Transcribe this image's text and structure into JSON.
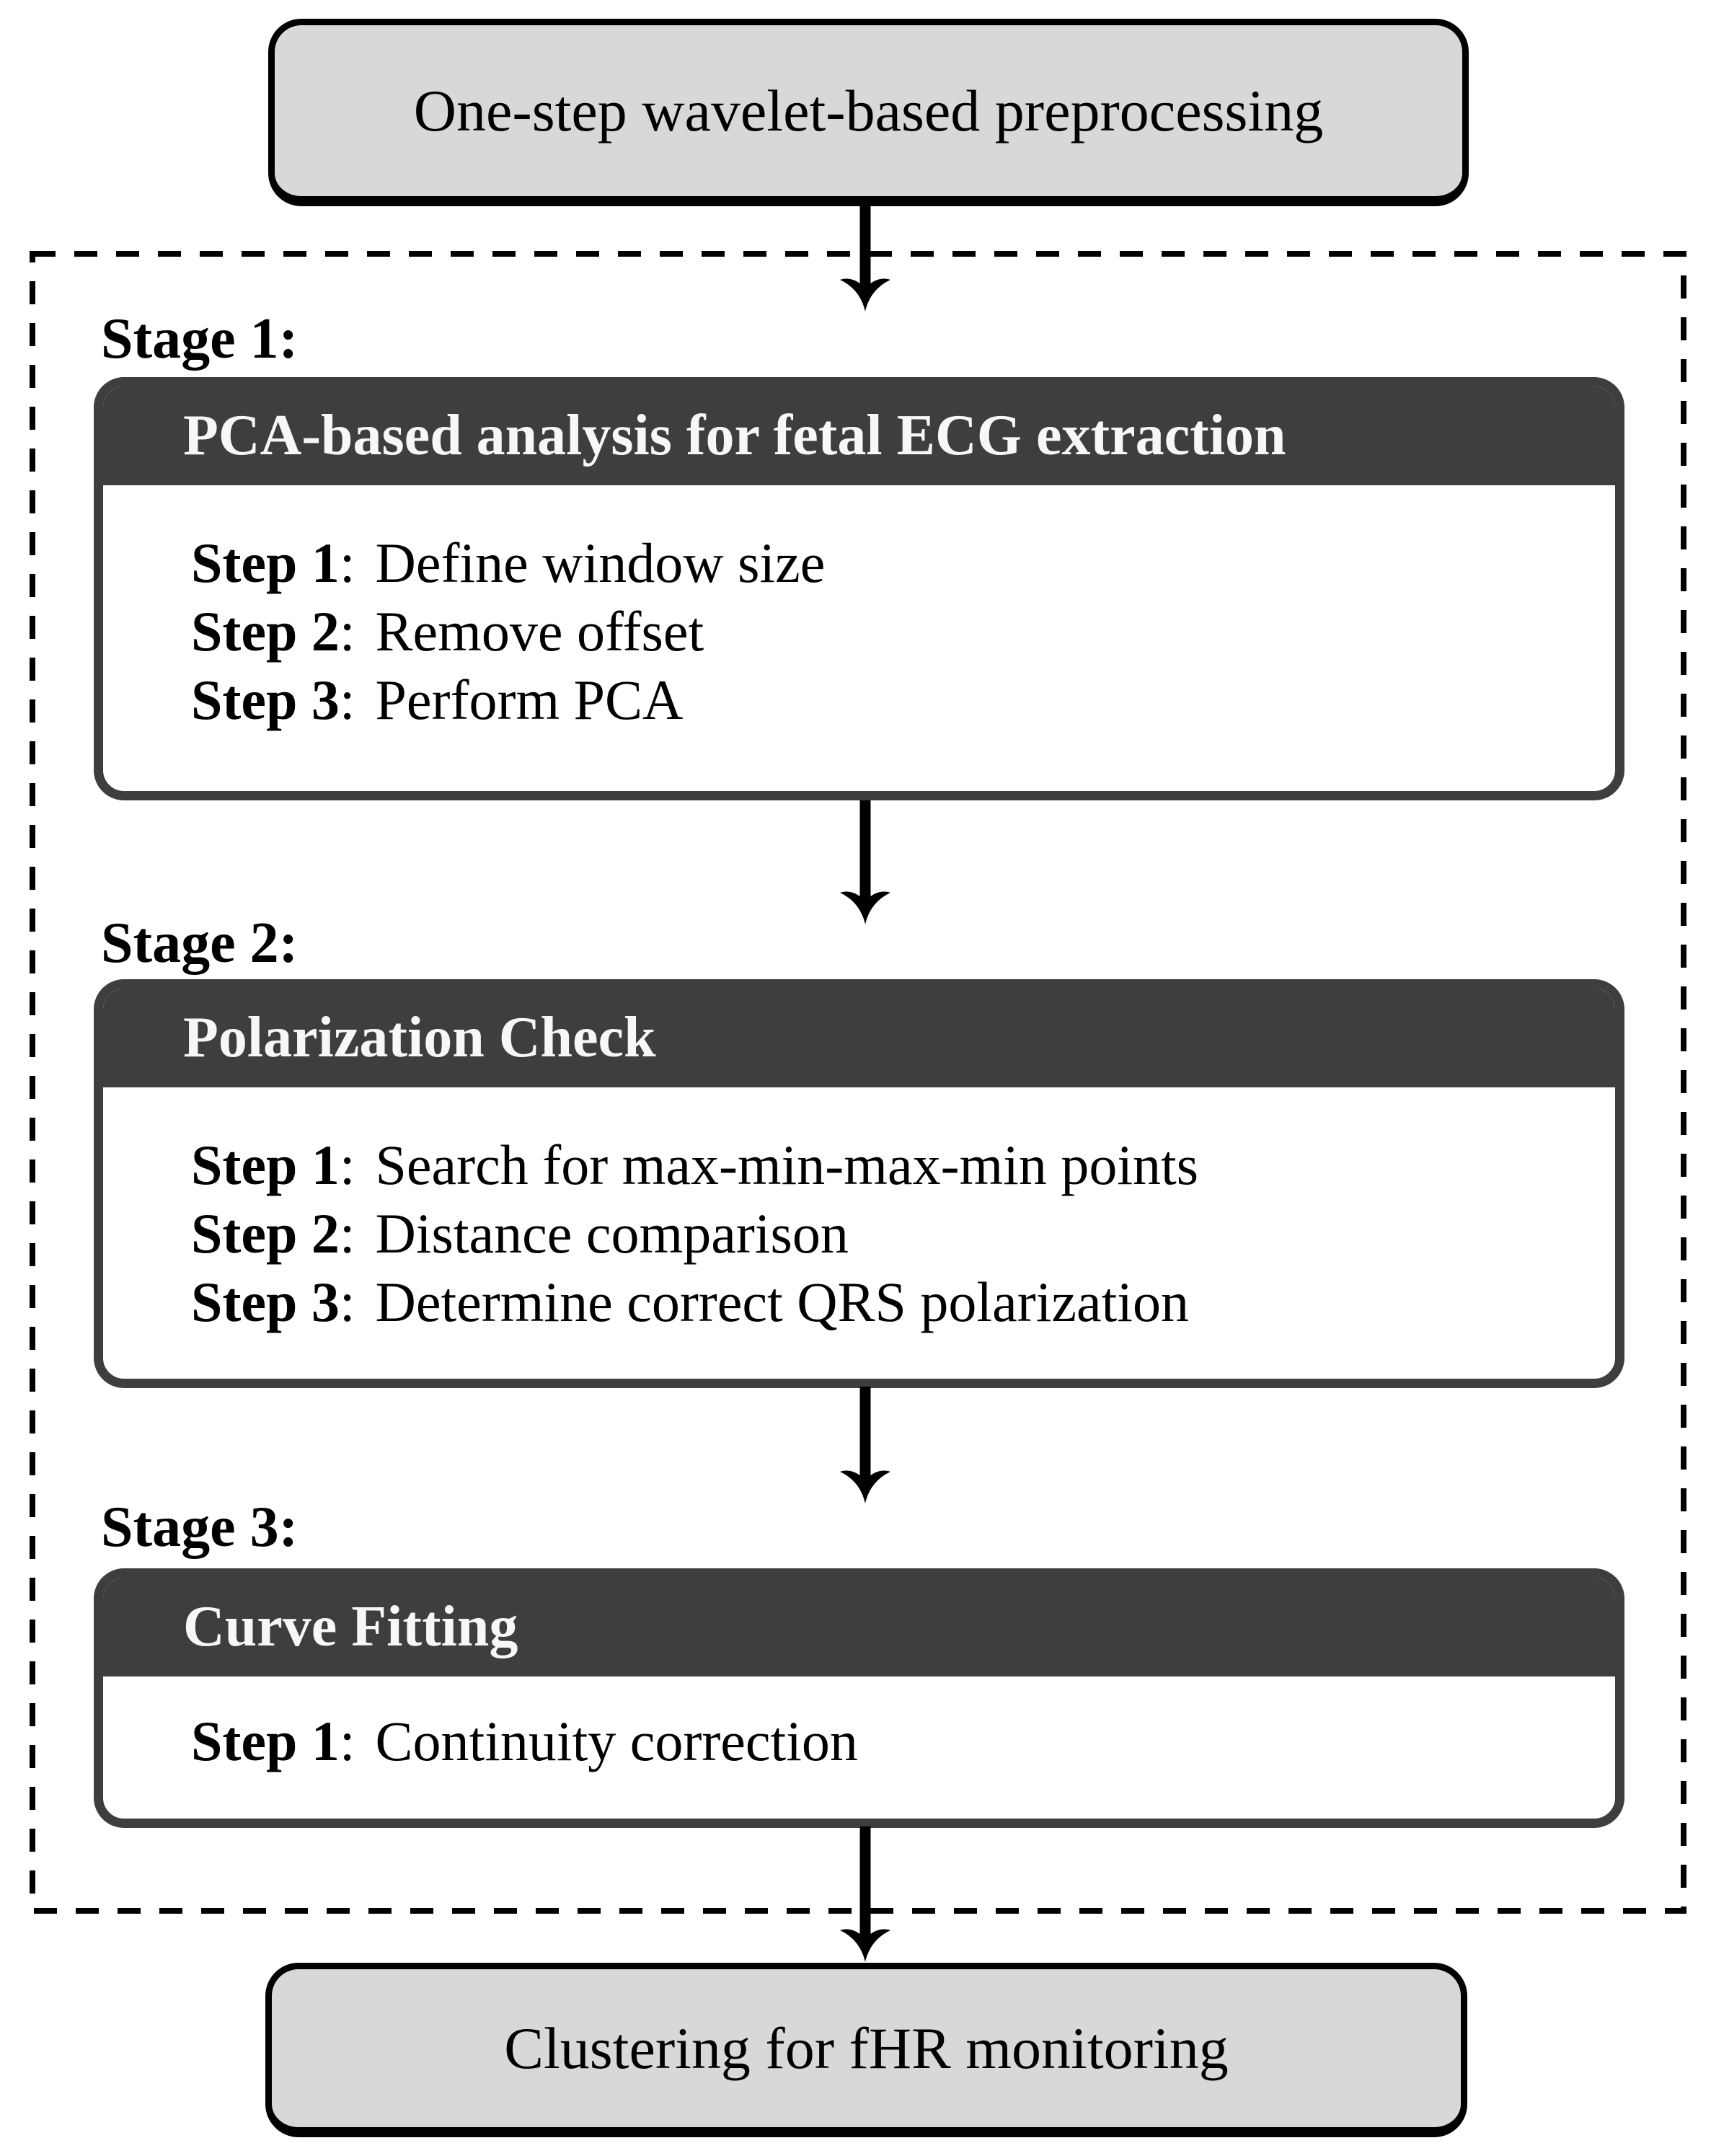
{
  "diagram": {
    "top_box": {
      "label": "One-step wavelet-based preprocessing"
    },
    "stages": [
      {
        "label": "Stage 1:",
        "header": "PCA-based analysis for fetal ECG extraction",
        "steps": [
          {
            "name": "Step 1",
            "desc": "Define window size"
          },
          {
            "name": "Step 2",
            "desc": "Remove offset"
          },
          {
            "name": "Step 3",
            "desc": "Perform PCA"
          }
        ]
      },
      {
        "label": "Stage 2:",
        "header": "Polarization Check",
        "steps": [
          {
            "name": "Step 1",
            "desc": "Search for max-min-max-min points"
          },
          {
            "name": "Step 2",
            "desc": "Distance comparison"
          },
          {
            "name": "Step 3",
            "desc": "Determine correct QRS polarization"
          }
        ]
      },
      {
        "label": "Stage 3:",
        "header": "Curve Fitting",
        "steps": [
          {
            "name": "Step 1",
            "desc": "Continuity correction"
          }
        ]
      }
    ],
    "bottom_box": {
      "label": "Clustering for fHR monitoring"
    },
    "icons": {
      "down_arrow": "↓"
    },
    "colors": {
      "stage_header_bg": "#3e3e3e",
      "stage_border": "#3e3e3e",
      "terminal_fill": "#d8d8d8",
      "terminal_border": "#000000",
      "dashed_border": "#000000",
      "header_text": "#f7f7f7",
      "body_text": "#000000"
    },
    "colon": ":"
  }
}
